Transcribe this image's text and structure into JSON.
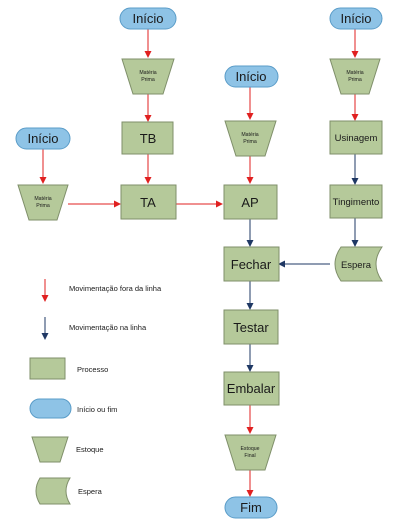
{
  "colors": {
    "process_fill": "#b5c99a",
    "process_stroke": "#7f8f6a",
    "pill_fill": "#8ec3e6",
    "pill_stroke": "#5a9cc8",
    "red_arrow": "#e02020",
    "navy_arrow": "#1f3864"
  },
  "diagram": {
    "start": "Início",
    "end": "Fim",
    "raw_material": [
      "Matéria",
      "Prima"
    ],
    "tb": "TB",
    "ta": "TA",
    "ap": "AP",
    "usinagem": "Usinagem",
    "tingimento": "Tingimento",
    "espera": "Espera",
    "fechar": "Fechar",
    "testar": "Testar",
    "embalar": "Embalar",
    "estoque_final": [
      "Estoque",
      "Final"
    ]
  },
  "legend": {
    "red_arrow": "Movimentação fora da linha",
    "navy_arrow": "Movimentação na linha",
    "process": "Processo",
    "start_end": "Início ou fim",
    "stock": "Estoque",
    "wait": "Espera"
  }
}
